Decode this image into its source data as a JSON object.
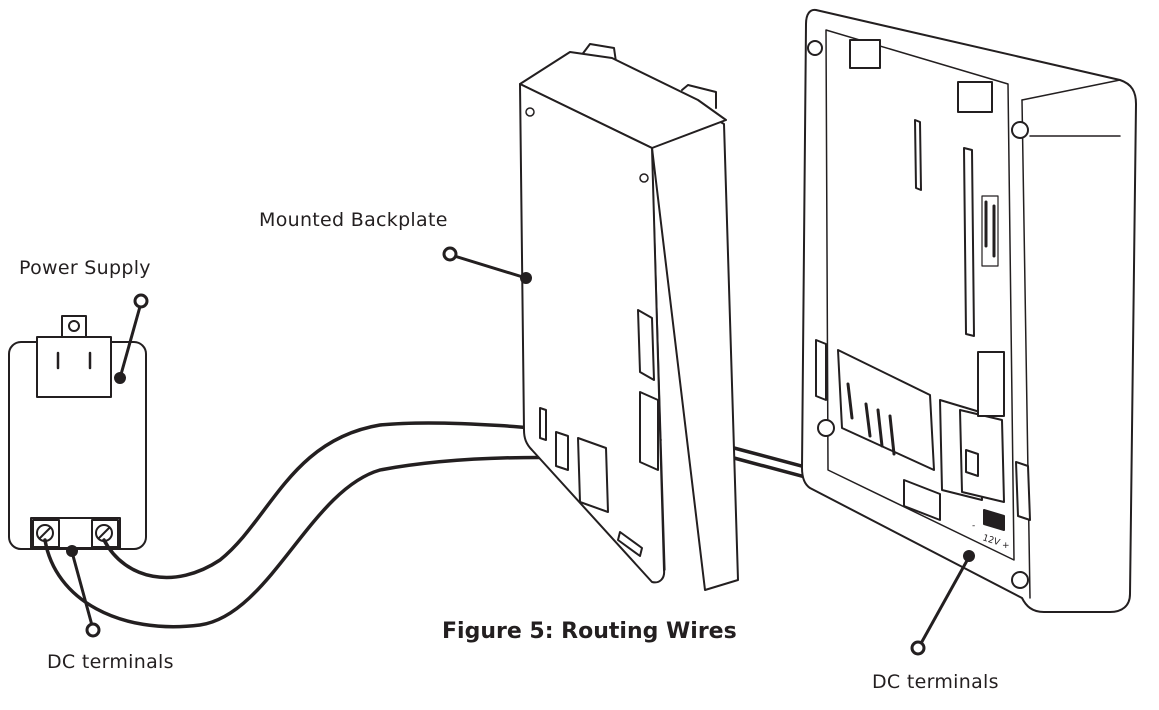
{
  "figure": {
    "caption": "Figure 5: Routing Wires"
  },
  "labels": {
    "power_supply": "Power Supply",
    "mounted_backplate": "Mounted Backplate",
    "dc_terminals_left": "DC terminals",
    "dc_terminals_right": "DC terminals"
  },
  "device_markings": {
    "voltage": "12V",
    "polarity_minus": "-",
    "polarity_plus": "+"
  },
  "colors": {
    "line": "#231f20",
    "background": "#ffffff",
    "text": "#231f20"
  }
}
